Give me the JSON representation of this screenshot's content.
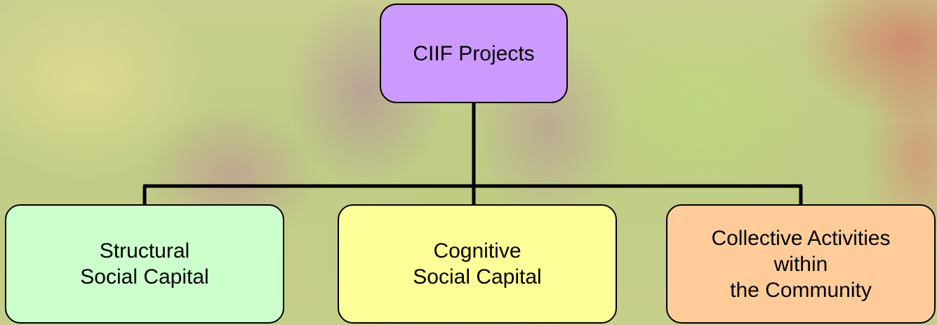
{
  "diagram": {
    "type": "org-chart",
    "root": {
      "label": "CIIF Projects",
      "fill": "#cc99ff"
    },
    "children": [
      {
        "label": "Structural\nSocial Capital",
        "fill": "#ccffcc"
      },
      {
        "label": "Cognitive\nSocial Capital",
        "fill": "#ffff99"
      },
      {
        "label": "Collective Activities\nwithin\nthe Community",
        "fill": "#ffcc99"
      }
    ],
    "connector_color": "#000000"
  }
}
